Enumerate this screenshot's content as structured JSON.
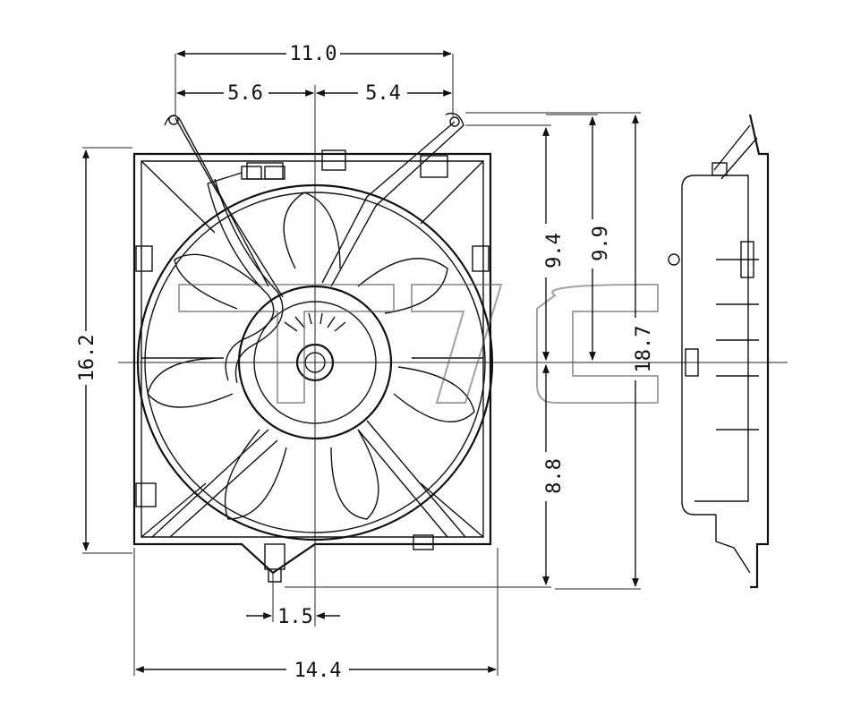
{
  "dimensions": {
    "top_total": "11.0",
    "top_left": "5.6",
    "top_right": "5.4",
    "left_height": "16.2",
    "upper_right_a": "9.4",
    "upper_right_b": "9.9",
    "total_height": "18.7",
    "lower_right": "8.8",
    "bottom_offset": "1.5",
    "bottom_width": "14.4"
  },
  "colors": {
    "ink": "#111111",
    "background": "#ffffff",
    "watermark": "#555555"
  }
}
